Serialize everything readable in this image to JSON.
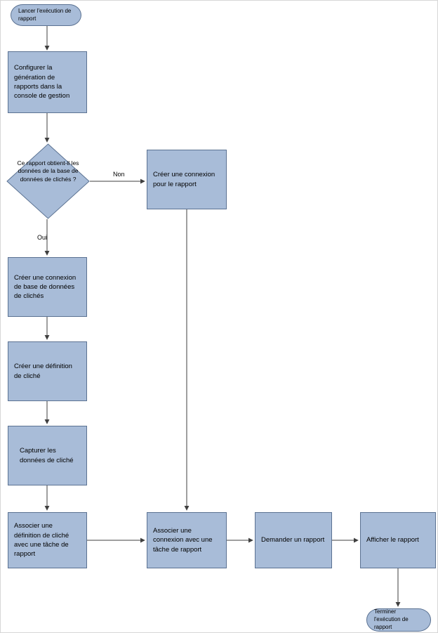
{
  "colors": {
    "background": "#ffffff",
    "node_fill": "#a8bcd8",
    "node_border": "#5b7292",
    "arrow": "#3f3f3f"
  },
  "nodes": {
    "start": {
      "shape": "stadium",
      "label": "Lancer l'exécution de rapport"
    },
    "configure": {
      "shape": "rect",
      "label": "Configurer la génération de rapports dans la console de gestion"
    },
    "decision": {
      "shape": "diamond",
      "label": "Ce rapport obtient-il les données de la base de données de clichés ?"
    },
    "create_report_connection": {
      "shape": "rect",
      "label": "Créer une connexion pour le rapport"
    },
    "create_snapshot_db_connection": {
      "shape": "rect",
      "label": "Créer une connexion de base de données de clichés"
    },
    "create_snapshot_definition": {
      "shape": "rect",
      "label": "Créer une définition de cliché"
    },
    "capture_snapshot_data": {
      "shape": "rect",
      "label": "Capturer les données de cliché"
    },
    "associate_snapshot_definition": {
      "shape": "rect",
      "label": "Associer une définition de cliché avec une tâche de rapport"
    },
    "associate_connection": {
      "shape": "rect",
      "label": "Associer une connexion avec une tâche de rapport"
    },
    "request_report": {
      "shape": "rect",
      "label": "Demander un rapport"
    },
    "display_report": {
      "shape": "rect",
      "label": "Afficher le rapport"
    },
    "end": {
      "shape": "stadium",
      "label": "Terminer l'exécution de rapport"
    }
  },
  "edges": {
    "non_label": "Non",
    "oui_label": "Oui"
  }
}
